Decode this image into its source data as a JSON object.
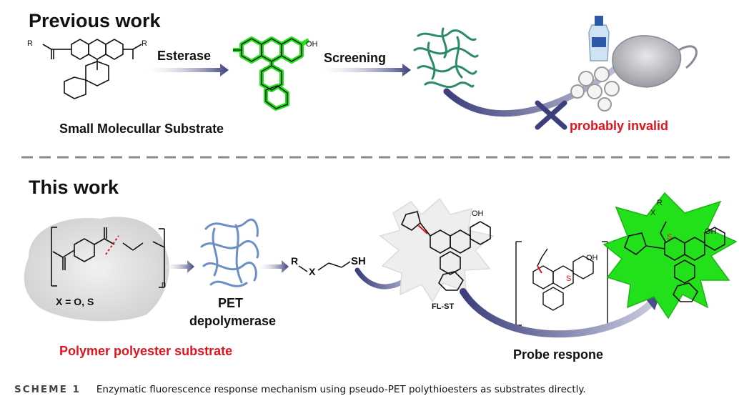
{
  "previous": {
    "heading": "Previous work",
    "esterase_label": "Esterase",
    "screening_label": "Screening",
    "substrate_label": "Small Molecullar Substrate",
    "invalid_label": "probably invalid",
    "chem_r_left": "R",
    "chem_r_right": "R",
    "chem_oh": "OH"
  },
  "this_work": {
    "heading": "This work",
    "x_eq": "X = O, S",
    "subscript_n": "n",
    "pet_line1": "PET",
    "pet_line2": "depolymerase",
    "sh_label": "SH",
    "r_label": "R",
    "x_label": "X",
    "polymer_label": "Polymer polyester substrate",
    "probe_label": "FL-ST",
    "probe_response_label": "Probe respone",
    "chem_oh": "OH",
    "chem_s": "S"
  },
  "caption": {
    "tag": "SCHEME 1",
    "text": "Enzymatic fluorescence response mechanism using pseudo-PET polythioesters as substrates directly."
  },
  "colors": {
    "accent_red": "#e0141e",
    "arrow_navy": "#3c3f7c",
    "fluor_green": "#22e01a",
    "enzyme_teal": "#2a8a6a",
    "enzyme_blue": "#6d8fc8"
  }
}
